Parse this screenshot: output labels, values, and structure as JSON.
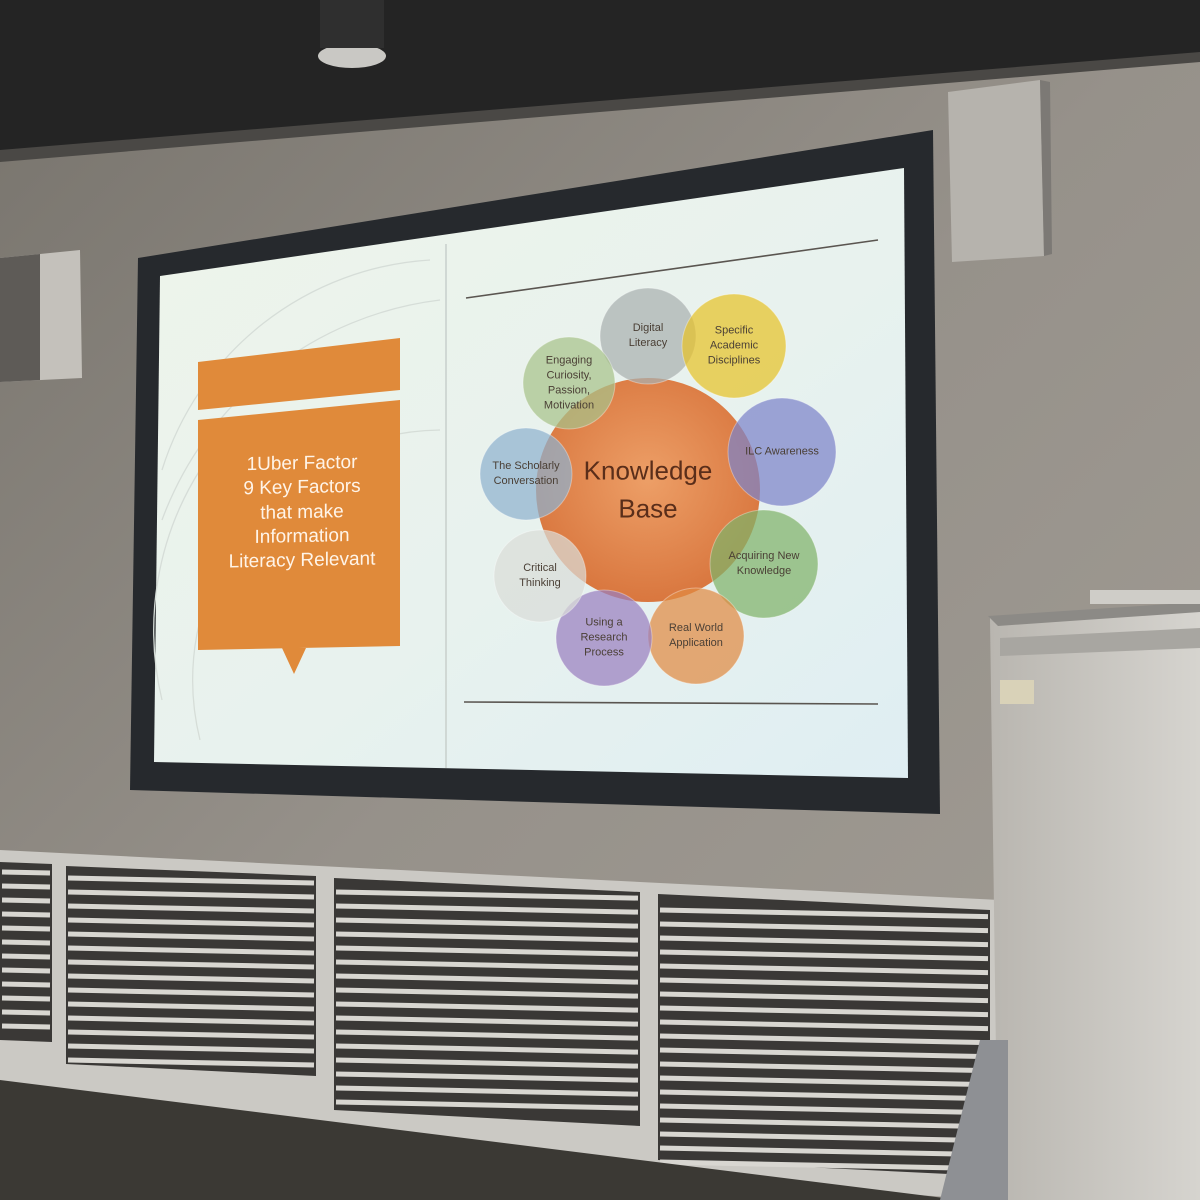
{
  "slide": {
    "title_lines": [
      "1Uber Factor",
      "9 Key Factors",
      "that make Information",
      "Literacy Relevant"
    ],
    "diagram": {
      "center": [
        "Knowledge",
        "Base"
      ],
      "factors": [
        {
          "lines": [
            "Digital",
            "Literacy"
          ],
          "color": "#a9b0b0"
        },
        {
          "lines": [
            "Specific",
            "Academic",
            "Disciplines"
          ],
          "color": "#e6c22a"
        },
        {
          "lines": [
            "ILC Awareness"
          ],
          "color": "#7d83c9"
        },
        {
          "lines": [
            "Acquiring New",
            "Knowledge"
          ],
          "color": "#7fb36a"
        },
        {
          "lines": [
            "Real World",
            "Application"
          ],
          "color": "#e08a42"
        },
        {
          "lines": [
            "Using a",
            "Research",
            "Process"
          ],
          "color": "#9a7fbf"
        },
        {
          "lines": [
            "Critical",
            "Thinking"
          ],
          "color": "#d9dcd8"
        },
        {
          "lines": [
            "The Scholarly",
            "Conversation"
          ],
          "color": "#8fb2cf"
        },
        {
          "lines": [
            "Engaging",
            "Curiosity,",
            "Passion,",
            "Motivation"
          ],
          "color": "#a7c28a"
        }
      ]
    }
  },
  "colors": {
    "wall": "#8e8a82",
    "screen_frame": "#26292d",
    "slide_background": "#e9f1ea",
    "title_box": "#e08a3a",
    "center_circle": "#e2894c"
  }
}
